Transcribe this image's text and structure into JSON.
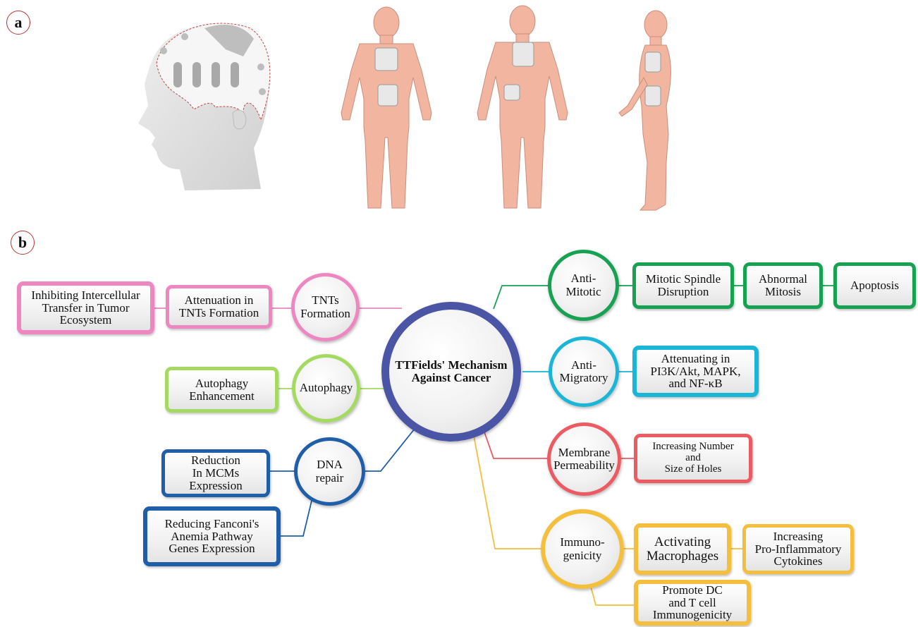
{
  "panels": {
    "a": "a",
    "b": "b"
  },
  "colors": {
    "pink": "#ee86c2",
    "green": "#17a152",
    "lime": "#a4da62",
    "cyan": "#1ab6d8",
    "red": "#ec5a62",
    "blue": "#1f5ea8",
    "gold": "#f3bf3c",
    "navy": "#4a55a6",
    "skin": "#f2b6a0",
    "pad": "#bdbdbd"
  },
  "center": {
    "label": "TTFields' Mechanism\nAgainst Cancer"
  },
  "branches": {
    "tnts": {
      "circle": "TNTs\nFormation",
      "box1": "Attenuation in\nTNTs Formation",
      "box2": "Inhibiting Intercellular\nTransfer in Tumor\nEcosystem"
    },
    "autophagy": {
      "circle": "Autophagy",
      "box1": "Autophagy\nEnhancement"
    },
    "dna": {
      "circle": "DNA\nrepair",
      "box1": "Reduction\nIn MCMs\nExpression",
      "box2": "Reducing Fanconi's\nAnemia Pathway\nGenes Expression"
    },
    "mitotic": {
      "circle": "Anti-\nMitotic",
      "box1": "Mitotic Spindle\nDisruption",
      "box2": "Abnormal\nMitosis",
      "box3": "Apoptosis"
    },
    "migratory": {
      "circle": "Anti-\nMigratory",
      "box1": "Attenuating in\nPI3K/Akt, MAPK,\nand  NF-κB"
    },
    "membrane": {
      "circle": "Membrane\nPermeability",
      "box1": "Increasing Number\nand\nSize of Holes"
    },
    "immuno": {
      "circle": "Immuno-\ngenicity",
      "box1": "Activating\nMacrophages",
      "box2": "Increasing\nPro-Inflammatory\nCytokines",
      "box3": "Promote DC\nand T cell\nImmunogenicity"
    }
  }
}
